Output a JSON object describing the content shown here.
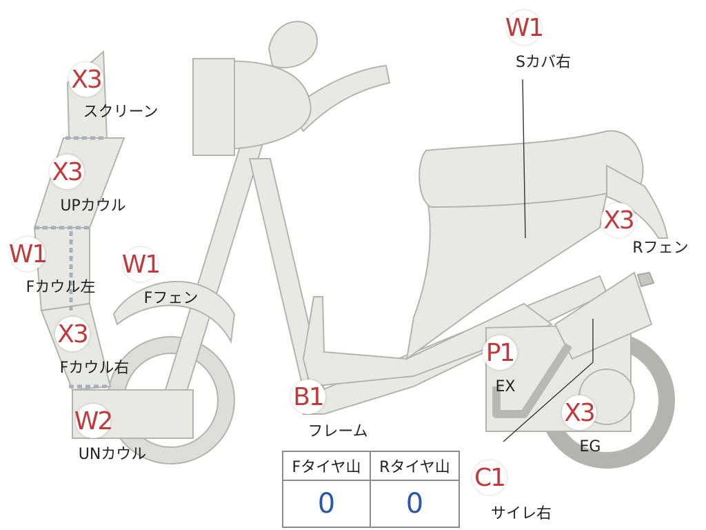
{
  "colors": {
    "code_red": "#c0393b",
    "value_blue": "#2b57a6"
  },
  "parts": [
    {
      "id": "screen",
      "code": "X3",
      "label": "スクリーン"
    },
    {
      "id": "up-cowl",
      "code": "X3",
      "label": "UPカウル"
    },
    {
      "id": "f-cowl-left",
      "code": "W1",
      "label": "Fカウル左"
    },
    {
      "id": "f-fender",
      "code": "W1",
      "label": "Fフェン"
    },
    {
      "id": "f-cowl-right",
      "code": "X3",
      "label": "Fカウル右"
    },
    {
      "id": "un-cowl",
      "code": "W2",
      "label": "UNカウル"
    },
    {
      "id": "frame",
      "code": "B1",
      "label": "フレーム"
    },
    {
      "id": "s-cover-right",
      "code": "W1",
      "label": "Sカバ右"
    },
    {
      "id": "r-fender",
      "code": "X3",
      "label": "Rフェン"
    },
    {
      "id": "exhaust",
      "code": "P1",
      "label": "EX"
    },
    {
      "id": "engine",
      "code": "X3",
      "label": "EG"
    },
    {
      "id": "silencer-right",
      "code": "C1",
      "label": "サイレ右"
    }
  ],
  "tread_table": {
    "headers": [
      "Fタイヤ山",
      "Rタイヤ山"
    ],
    "values": [
      "0",
      "0"
    ]
  }
}
